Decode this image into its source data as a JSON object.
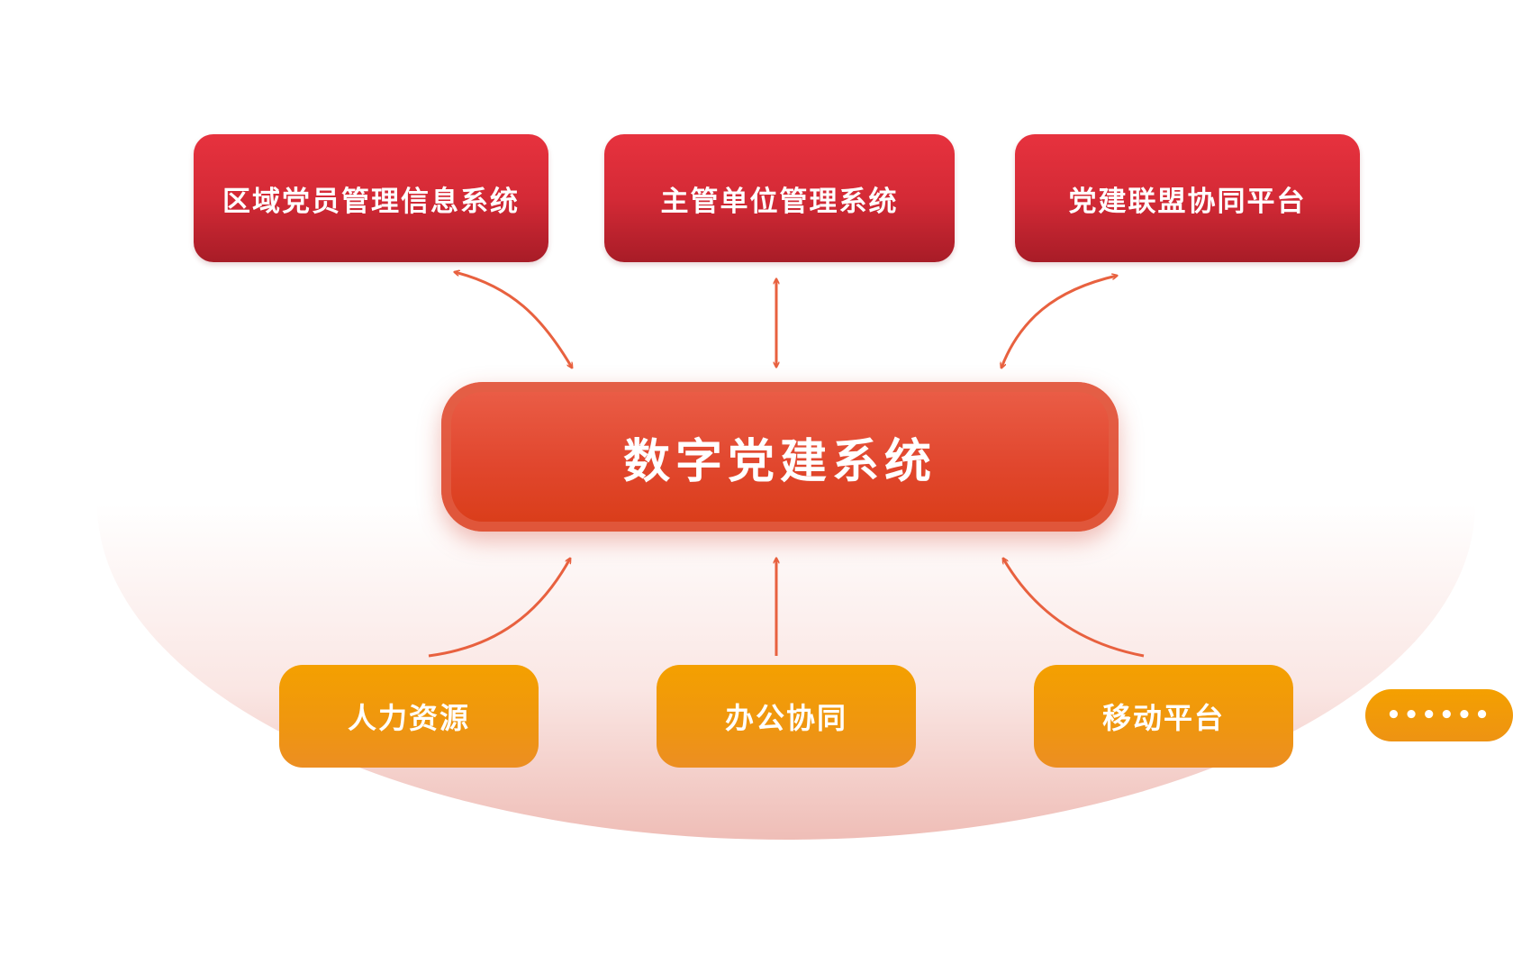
{
  "diagram": {
    "center": {
      "label": "数字党建系统"
    },
    "top_systems": [
      {
        "label": "区域党员管理信息系统"
      },
      {
        "label": "主管单位管理系统"
      },
      {
        "label": "党建联盟协同平台"
      }
    ],
    "bottom_modules": [
      {
        "label": "人力资源"
      },
      {
        "label": "办公协同"
      },
      {
        "label": "移动平台"
      }
    ],
    "more": {
      "label": "••••••"
    },
    "colors": {
      "top_box": "#d42a36",
      "center_box": "#e1472e",
      "bottom_box": "#f29a0c",
      "arrow": "#e8613f",
      "background_band": "#f2c4bd"
    }
  }
}
